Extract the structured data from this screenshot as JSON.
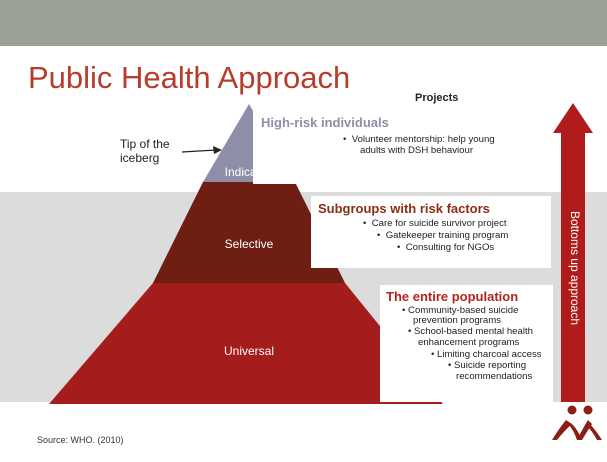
{
  "slide": {
    "title": "Public Health Approach",
    "projects_heading": "Projects",
    "tip_label_line1": "Tip of the",
    "tip_label_line2": "iceberg",
    "source": "Source: WHO. (2010)",
    "arrow_text": "Bottoms up approach"
  },
  "tiers": [
    {
      "label": "Indicated",
      "color": "#8e8ea8"
    },
    {
      "label": "Selective",
      "color": "#6e1e12"
    },
    {
      "label": "Universal",
      "color": "#a51c1c"
    }
  ],
  "groups": [
    {
      "heading": "High-risk individuals",
      "color": "#8e8ea8",
      "bullets": [
        "Volunteer mentorship: help young",
        "adults with DSH behaviour"
      ]
    },
    {
      "heading": "Subgroups with risk factors",
      "color": "#8a2e14",
      "bullets": [
        "Care for suicide survivor project",
        "Gatekeeper training program",
        "Consulting for NGOs"
      ]
    },
    {
      "heading": "The entire population",
      "color": "#b3251c",
      "bullets": [
        "Community-based suicide",
        "prevention programs",
        "School-based mental health",
        "enhancement programs",
        "Limiting charcoal access",
        "Suicide reporting",
        "recommendations"
      ]
    }
  ],
  "colors": {
    "arrow": "#b01c1c",
    "logo": "#8a1f14",
    "title": "#b73c2c"
  }
}
